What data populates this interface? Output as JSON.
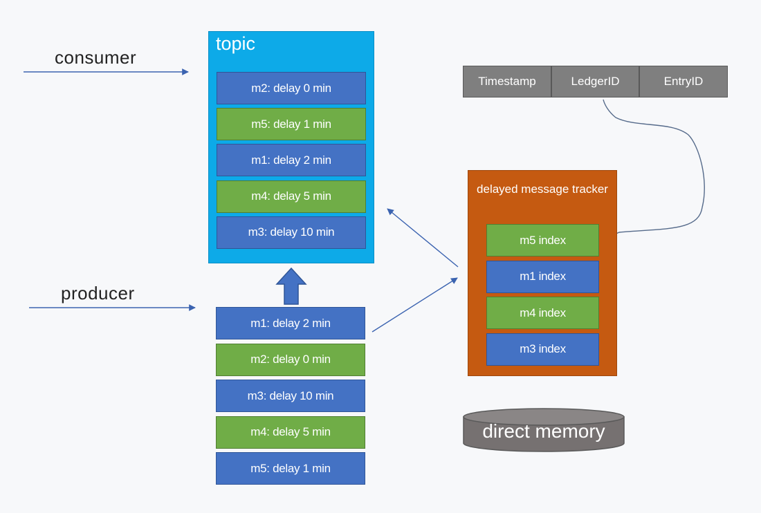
{
  "labels": {
    "consumer": "consumer",
    "producer": "producer",
    "topic": "topic",
    "tracker": "delayed message tracker",
    "memory": "direct memory"
  },
  "topic_messages": [
    {
      "text": "m2: delay 0 min",
      "color": "blue"
    },
    {
      "text": "m5: delay 1 min",
      "color": "green"
    },
    {
      "text": "m1: delay 2 min",
      "color": "blue"
    },
    {
      "text": "m4: delay 5 min",
      "color": "green"
    },
    {
      "text": "m3: delay 10 min",
      "color": "blue"
    }
  ],
  "producer_messages": [
    {
      "text": "m1: delay 2 min",
      "color": "blue"
    },
    {
      "text": "m2: delay 0 min",
      "color": "green"
    },
    {
      "text": "m3: delay 10 min",
      "color": "blue"
    },
    {
      "text": "m4: delay 5 min",
      "color": "green"
    },
    {
      "text": "m5: delay 1 min",
      "color": "blue"
    }
  ],
  "tracker_indexes": [
    {
      "text": "m5 index",
      "color": "green"
    },
    {
      "text": "m1 index",
      "color": "blue"
    },
    {
      "text": "m4 index",
      "color": "green"
    },
    {
      "text": "m3 index",
      "color": "blue"
    }
  ],
  "index_fields": [
    "Timestamp",
    "LedgerID",
    "EntryID"
  ],
  "colors": {
    "topic": "#0daae8",
    "tracker": "#c55a11",
    "blue_msg": "#4472c4",
    "green_msg": "#70ad47",
    "header": "#7f7f7f",
    "memory": "#767171",
    "arrow": "#3b63b0"
  }
}
